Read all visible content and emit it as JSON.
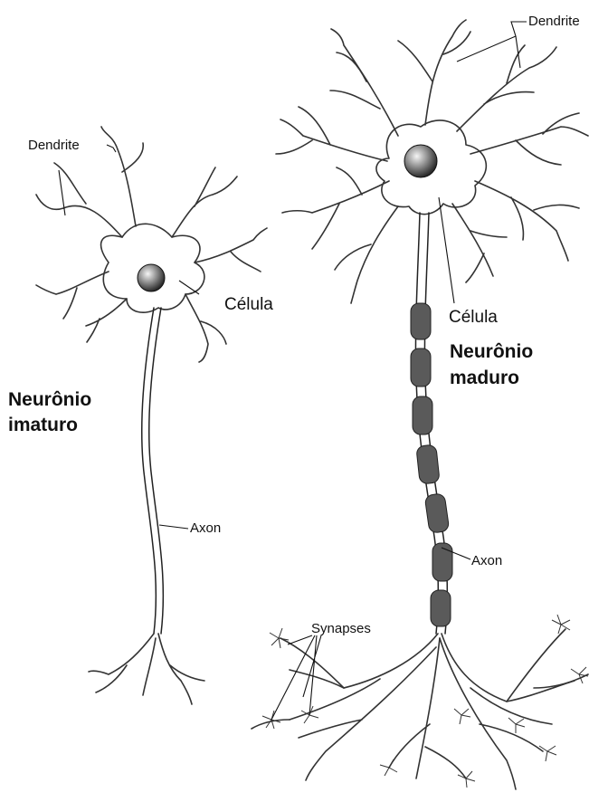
{
  "immature": {
    "dendrite_label": "Dendrite",
    "cell_label": "Célula",
    "title_line1": "Neurônio",
    "title_line2": "imaturo",
    "axon_label": "Axon"
  },
  "mature": {
    "dendrite_label": "Dendrite",
    "cell_label": "Célula",
    "title_line1": "Neurônio",
    "title_line2": "maduro",
    "axon_label": "Axon",
    "synapses_label": "Synapses"
  }
}
